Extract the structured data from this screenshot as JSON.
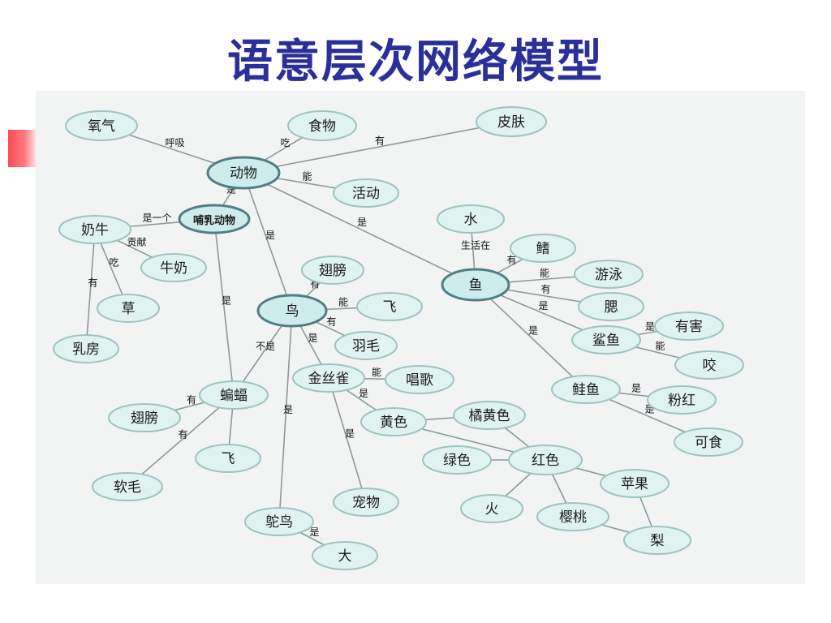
{
  "title": "语意层次网络模型",
  "nodes": [
    {
      "id": "yangqi",
      "label": "氧气"
    },
    {
      "id": "shiwu",
      "label": "食物"
    },
    {
      "id": "pifu",
      "label": "皮肤"
    },
    {
      "id": "dongwu",
      "label": "动物"
    },
    {
      "id": "huodong",
      "label": "活动"
    },
    {
      "id": "buru",
      "label": "哺乳动物"
    },
    {
      "id": "nainiu",
      "label": "奶牛"
    },
    {
      "id": "niunai",
      "label": "牛奶"
    },
    {
      "id": "cao",
      "label": "草"
    },
    {
      "id": "rufang",
      "label": "乳房"
    },
    {
      "id": "shui",
      "label": "水"
    },
    {
      "id": "qi",
      "label": "鳍"
    },
    {
      "id": "youyong",
      "label": "游泳"
    },
    {
      "id": "yu",
      "label": "鱼"
    },
    {
      "id": "sai",
      "label": "腮"
    },
    {
      "id": "shayu",
      "label": "鲨鱼"
    },
    {
      "id": "youhai",
      "label": "有害"
    },
    {
      "id": "yao",
      "label": "咬"
    },
    {
      "id": "chibang1",
      "label": "翅膀"
    },
    {
      "id": "niao",
      "label": "鸟"
    },
    {
      "id": "fei1",
      "label": "飞"
    },
    {
      "id": "yumao",
      "label": "羽毛"
    },
    {
      "id": "jinsique",
      "label": "金丝雀"
    },
    {
      "id": "changge",
      "label": "唱歌"
    },
    {
      "id": "guiyu",
      "label": "鲑鱼"
    },
    {
      "id": "fenhong",
      "label": "粉红"
    },
    {
      "id": "keshi",
      "label": "可食"
    },
    {
      "id": "bianfu",
      "label": "蝙蝠"
    },
    {
      "id": "chibang2",
      "label": "翅膀"
    },
    {
      "id": "fei2",
      "label": "飞"
    },
    {
      "id": "ruanmao",
      "label": "软毛"
    },
    {
      "id": "huangse",
      "label": "黄色"
    },
    {
      "id": "juhuangse",
      "label": "橘黄色"
    },
    {
      "id": "lvse",
      "label": "绿色"
    },
    {
      "id": "hongse",
      "label": "红色"
    },
    {
      "id": "pingguo",
      "label": "苹果"
    },
    {
      "id": "chongwu",
      "label": "宠物"
    },
    {
      "id": "huo",
      "label": "火"
    },
    {
      "id": "yingtao",
      "label": "樱桃"
    },
    {
      "id": "li",
      "label": "梨"
    },
    {
      "id": "tuoniao",
      "label": "鸵鸟"
    },
    {
      "id": "da",
      "label": "大"
    }
  ],
  "edges": [
    {
      "from": "dongwu",
      "to": "yangqi",
      "label": "呼吸"
    },
    {
      "from": "dongwu",
      "to": "shiwu",
      "label": "吃"
    },
    {
      "from": "dongwu",
      "to": "pifu",
      "label": "有"
    },
    {
      "from": "dongwu",
      "to": "huodong",
      "label": "能"
    },
    {
      "from": "buru",
      "to": "dongwu",
      "label": "是"
    },
    {
      "from": "nainiu",
      "to": "buru",
      "label": "是一个"
    },
    {
      "from": "nainiu",
      "to": "niunai",
      "label": "贡献"
    },
    {
      "from": "nainiu",
      "to": "cao",
      "label": "吃"
    },
    {
      "from": "nainiu",
      "to": "rufang",
      "label": "有"
    },
    {
      "from": "niao",
      "to": "dongwu",
      "label": "是"
    },
    {
      "from": "yu",
      "to": "dongwu",
      "label": "是"
    },
    {
      "from": "yu",
      "to": "shui",
      "label": "生活在"
    },
    {
      "from": "yu",
      "to": "qi",
      "label": "有"
    },
    {
      "from": "yu",
      "to": "youyong",
      "label": "能"
    },
    {
      "from": "yu",
      "to": "sai",
      "label": "有"
    },
    {
      "from": "shayu",
      "to": "yu",
      "label": "是"
    },
    {
      "from": "guiyu",
      "to": "yu",
      "label": "是"
    },
    {
      "from": "shayu",
      "to": "youhai",
      "label": "是"
    },
    {
      "from": "shayu",
      "to": "yao",
      "label": "能"
    },
    {
      "from": "guiyu",
      "to": "fenhong",
      "label": "是"
    },
    {
      "from": "guiyu",
      "to": "keshi",
      "label": "是"
    },
    {
      "from": "niao",
      "to": "chibang1",
      "label": "有"
    },
    {
      "from": "niao",
      "to": "fei1",
      "label": "能"
    },
    {
      "from": "niao",
      "to": "yumao",
      "label": "有"
    },
    {
      "from": "bianfu",
      "to": "niao",
      "label": "不是"
    },
    {
      "from": "bianfu",
      "to": "buru",
      "label": "是"
    },
    {
      "from": "jinsique",
      "to": "niao",
      "label": "是"
    },
    {
      "from": "jinsique",
      "to": "changge",
      "label": "能"
    },
    {
      "from": "jinsique",
      "to": "huangse",
      "label": "是"
    },
    {
      "from": "jinsique",
      "to": "chongwu",
      "label": "是"
    },
    {
      "from": "tuoniao",
      "to": "niao",
      "label": "是"
    },
    {
      "from": "tuoniao",
      "to": "da",
      "label": "是"
    },
    {
      "from": "bianfu",
      "to": "chibang2",
      "label": "有"
    },
    {
      "from": "bianfu",
      "to": "ruanmao",
      "label": "有"
    },
    {
      "from": "bianfu",
      "to": "fei2",
      "label": ""
    },
    {
      "from": "huangse",
      "to": "juhuangse",
      "label": ""
    },
    {
      "from": "huangse",
      "to": "hongse",
      "label": ""
    },
    {
      "from": "juhuangse",
      "to": "hongse",
      "label": ""
    },
    {
      "from": "lvse",
      "to": "hongse",
      "label": ""
    },
    {
      "from": "hongse",
      "to": "pingguo",
      "label": ""
    },
    {
      "from": "hongse",
      "to": "huo",
      "label": ""
    },
    {
      "from": "hongse",
      "to": "yingtao",
      "label": ""
    },
    {
      "from": "pingguo",
      "to": "li",
      "label": ""
    },
    {
      "from": "yingtao",
      "to": "li",
      "label": ""
    }
  ]
}
